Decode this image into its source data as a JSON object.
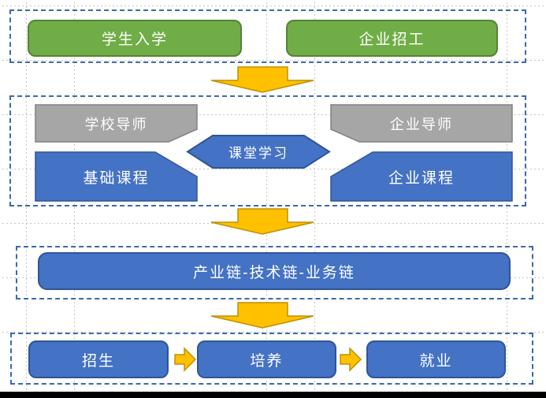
{
  "diagram": {
    "stage1": {
      "left_label": "学生入学",
      "right_label": "企业招工"
    },
    "stage2": {
      "top_left": "学校导师",
      "top_right": "企业导师",
      "bottom_left": "基础课程",
      "bottom_right": "企业课程",
      "center": "课堂学习"
    },
    "stage3": {
      "label": "产业链-技术链-业务链"
    },
    "stage4": {
      "steps": [
        "招生",
        "培养",
        "就业"
      ]
    }
  },
  "colors": {
    "green_fill": "#70AD47",
    "green_border": "#548235",
    "blue_fill": "#4472C4",
    "blue_border": "#2F5597",
    "gray_fill": "#A6A6A6",
    "gray_border": "#808080",
    "arrow_fill": "#FFC000",
    "arrow_border": "#BF9000",
    "section_dash_border": "#3E68B0",
    "label_text": "#FFFFFF"
  }
}
